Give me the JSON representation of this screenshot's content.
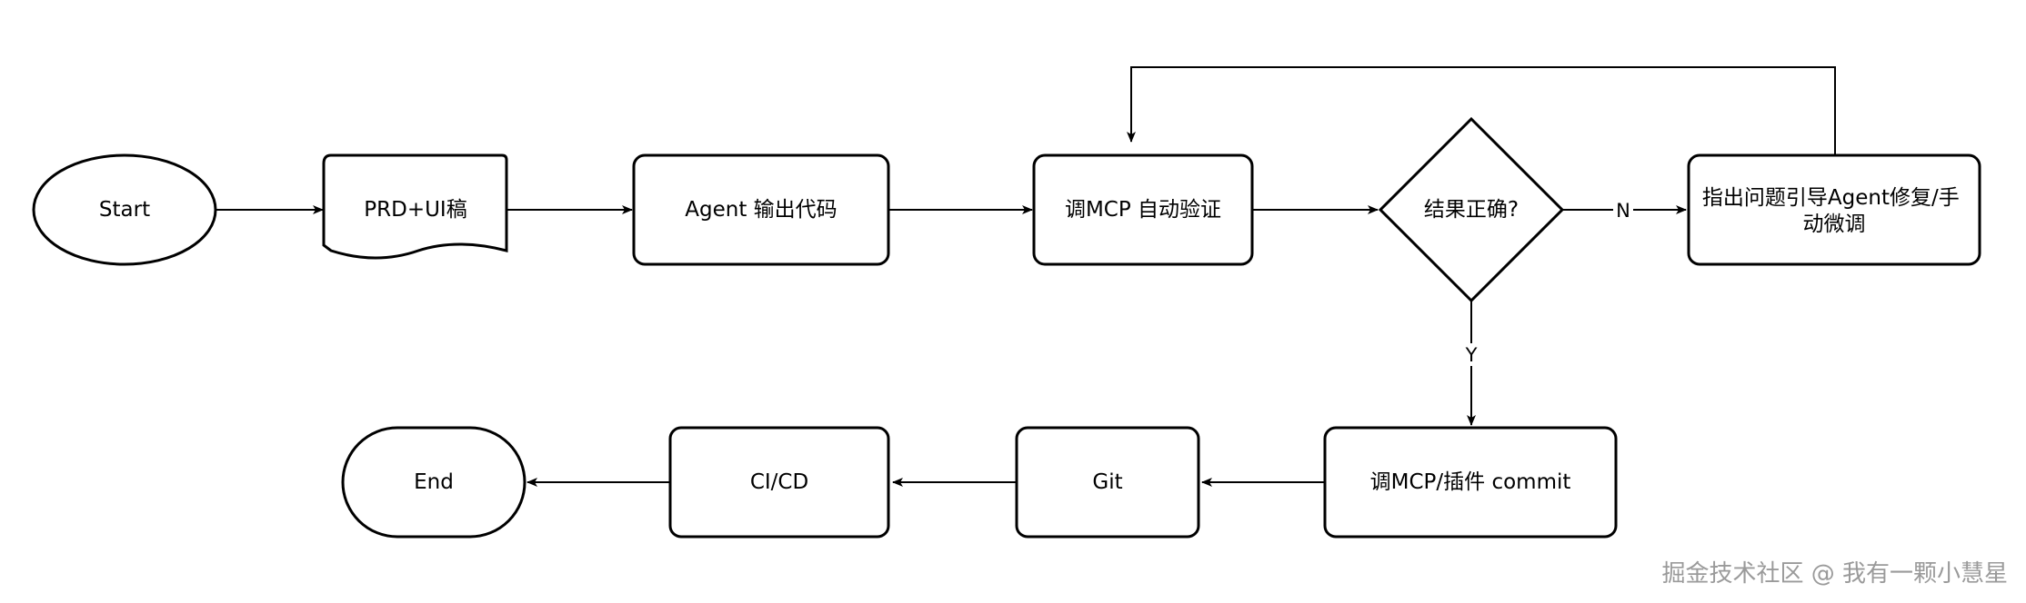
{
  "nodes": {
    "start": {
      "label": "Start",
      "shape": "ellipse"
    },
    "prd": {
      "label": "PRD+UI稿",
      "shape": "document"
    },
    "agent_output": {
      "label": "Agent 输出代码",
      "shape": "rounded-rect"
    },
    "mcp_verify": {
      "label": "调MCP 自动验证",
      "shape": "rounded-rect"
    },
    "decision": {
      "label": "结果正确?",
      "shape": "diamond"
    },
    "fix": {
      "label_line1": "指出问题引导Agent修复/手",
      "label_line2": "动微调",
      "shape": "rounded-rect"
    },
    "commit": {
      "label": "调MCP/插件 commit",
      "shape": "rounded-rect"
    },
    "git": {
      "label": "Git",
      "shape": "rounded-rect"
    },
    "cicd": {
      "label": "CI/CD",
      "shape": "rounded-rect"
    },
    "end": {
      "label": "End",
      "shape": "stadium"
    }
  },
  "edges": {
    "no_label": "N",
    "yes_label": "Y"
  },
  "watermark": "掘金技术社区 @ 我有一颗小慧星",
  "colors": {
    "stroke": "#000000",
    "fill": "#ffffff",
    "watermark": "#9a9a9a"
  }
}
